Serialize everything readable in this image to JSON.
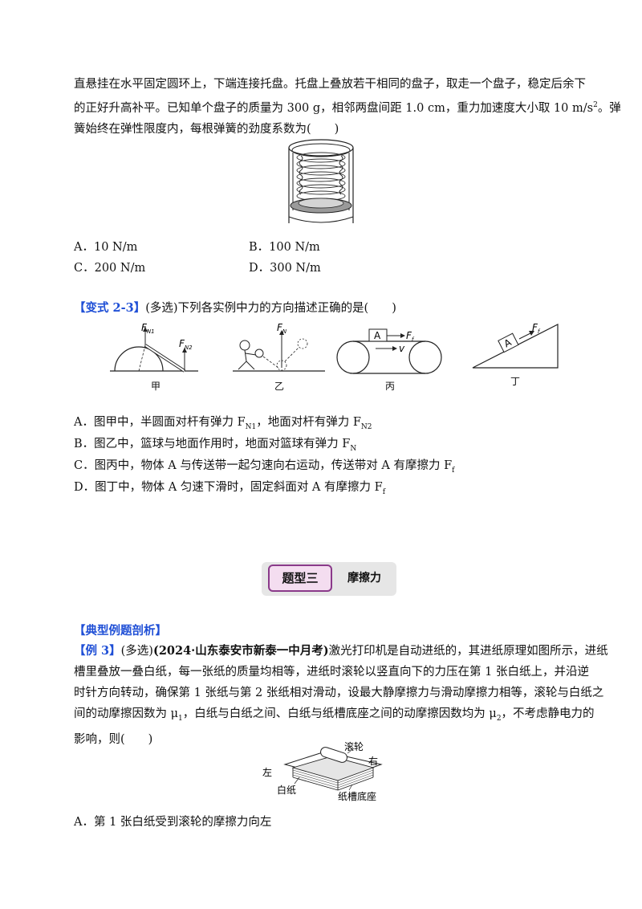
{
  "problem2": {
    "line1": "直悬挂在水平固定圆环上，下端连接托盘。托盘上叠放若干相同的盘子，取走一个盘子，稳定后余下",
    "line2": "的正好升高补平。已知单个盘子的质量为 300 g，相邻两盘间距 1.0 cm，重力加速度大小取 10 m/s",
    "line2_sup": "2",
    "line2_end": "。弹",
    "line3": "簧始终在弹性限度内，每根弹簧的劲度系数为(　　)",
    "options": {
      "A": "A．10 N/m",
      "B": "B．100 N/m",
      "C": "C．200 N/m",
      "D": "D．300 N/m"
    }
  },
  "variant": {
    "label": "【变式 2-3】",
    "text": "(多选)下列各实例中力的方向描述正确的是(　　)",
    "captions": [
      "甲",
      "乙",
      "丙",
      "丁"
    ],
    "fig_labels": {
      "fn1": "F",
      "fn1_sub": "N1",
      "fn2": "F",
      "fn2_sub": "N2",
      "fn": "F",
      "fn_sub": "N",
      "ff": "F",
      "ff_sub": "f",
      "block": "A",
      "v": "v"
    },
    "options": {
      "A": {
        "text": "A．图甲中，半圆面对杆有弹力 F",
        "sub1": "N1",
        "mid": "，地面对杆有弹力 F",
        "sub2": "N2"
      },
      "B": {
        "text": "B．图乙中，篮球与地面作用时，地面对篮球有弹力 F",
        "sub": "N"
      },
      "C": {
        "text": "C．图丙中，物体 A 与传送带一起匀速向右运动，传送带对 A 有摩擦力 F",
        "sub": "f"
      },
      "D": {
        "text": "D．图丁中，物体 A 匀速下滑时，固定斜面对 A 有摩擦力 F",
        "sub": "f"
      }
    }
  },
  "section": {
    "type_label": "题型三",
    "topic": "摩擦力"
  },
  "example": {
    "heading": "【典型例题剖析】",
    "label": "【例 3】",
    "prefix": "(多选)",
    "source": "(2024·山东泰安市新泰一中月考)",
    "line1_rest": "激光打印机是自动进纸的，其进纸原理如图所示，进纸",
    "line2": "槽里叠放一叠白纸，每一张纸的质量均相等，进纸时滚轮以竖直向下的力压在第 1 张白纸上，并沿逆",
    "line3": "时针方向转动，确保第 1 张纸与第 2 张纸相对滑动，设最大静摩擦力与滑动摩擦力相等，滚轮与白纸之",
    "line4_a": "间的动摩擦因数为 μ",
    "line4_sub1": "1",
    "line4_b": "，白纸与白纸之间、白纸与纸槽底座之间的动摩擦因数均为 μ",
    "line4_sub2": "2",
    "line4_c": "，不考虑静电力的",
    "line5": "影响，则(　　)",
    "fig_labels": {
      "roller": "滚轮",
      "left": "左",
      "right": "右",
      "paper": "白纸",
      "base": "纸槽底座"
    },
    "optionA": "A．第 1 张白纸受到滚轮的摩擦力向左"
  }
}
